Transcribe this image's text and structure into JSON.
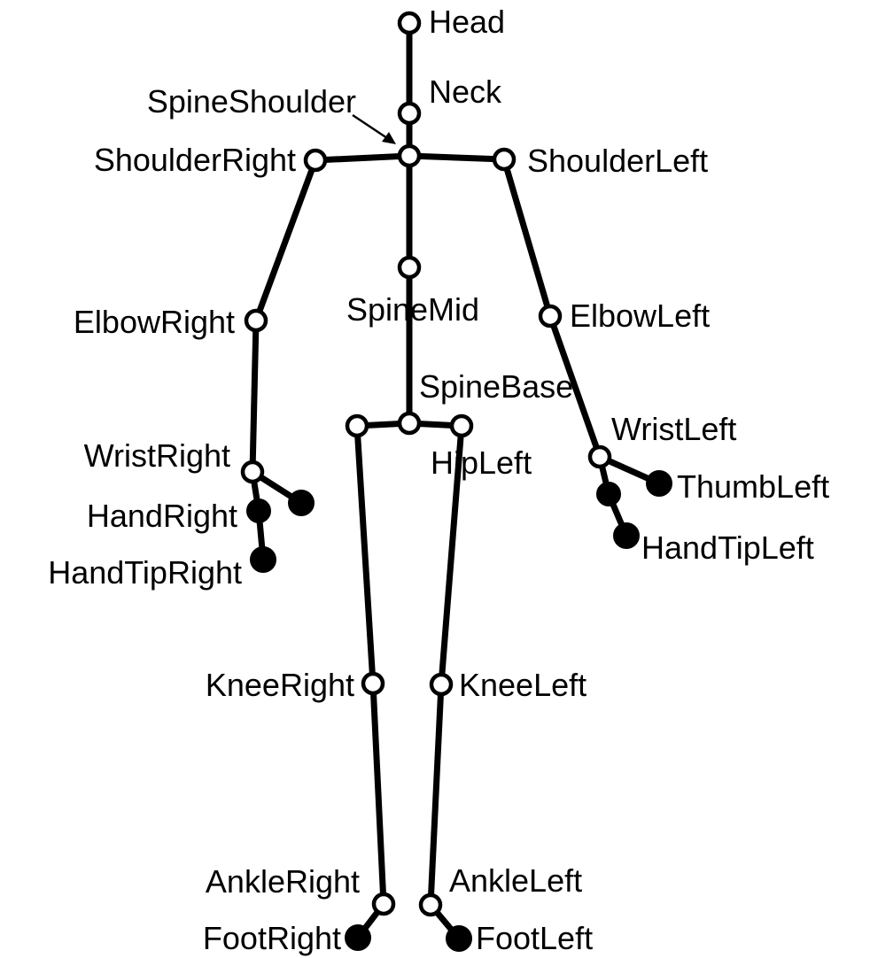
{
  "labels": {
    "head": "Head",
    "neck": "Neck",
    "spine_shoulder": "SpineShoulder",
    "shoulder_right": "ShoulderRight",
    "shoulder_left": "ShoulderLeft",
    "spine_mid": "SpineMid",
    "elbow_right": "ElbowRight",
    "elbow_left": "ElbowLeft",
    "spine_base": "SpineBase",
    "wrist_left": "WristLeft",
    "wrist_right": "WristRight",
    "hip_left": "HipLeft",
    "thumb_left": "ThumbLeft",
    "hand_right": "HandRight",
    "hand_tip_left": "HandTipLeft",
    "hand_tip_right": "HandTipRight",
    "knee_right": "KneeRight",
    "knee_left": "KneeLeft",
    "ankle_right": "AnkleRight",
    "ankle_left": "AnkleLeft",
    "foot_right": "FootRight",
    "foot_left": "FootLeft"
  },
  "colors": {
    "line": "#000000",
    "background": "#ffffff",
    "open_joint_fill": "#ffffff",
    "filled_joint_fill": "#000000"
  }
}
